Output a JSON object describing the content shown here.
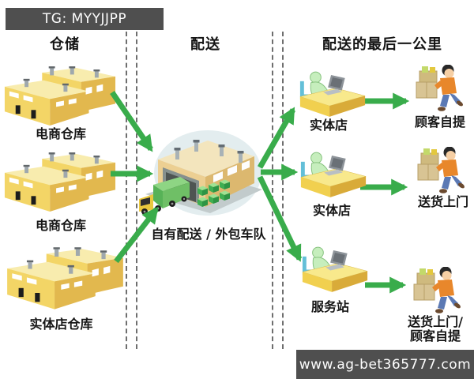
{
  "watermarks": {
    "top": "TG: MYYJJPP",
    "bottom": "www.ag-bet365777.com"
  },
  "columns": [
    {
      "title": "仓储"
    },
    {
      "title": "配送"
    },
    {
      "title": "配送的最后一公里"
    }
  ],
  "warehouses": [
    {
      "label": "电商仓库"
    },
    {
      "label": "电商仓库"
    },
    {
      "label": "实体店仓库"
    }
  ],
  "distribution_center": {
    "label": "自有配送 / 外包车队"
  },
  "stores": [
    {
      "label": "实体店"
    },
    {
      "label": "实体店"
    },
    {
      "label": "服务站"
    }
  ],
  "last_mile": [
    {
      "lines": [
        "顾客自提"
      ]
    },
    {
      "lines": [
        "送货上门"
      ]
    },
    {
      "lines": [
        "送货上门/",
        "顾客自提"
      ]
    }
  ],
  "icons": {
    "warehouse": "isometric-warehouse-building",
    "distribution_center": "distribution-hub-with-truck-and-pallets",
    "store": "clerk-at-service-counter",
    "courier": "person-carrying-parcels",
    "connector": "green-flow-arrow"
  },
  "colors": {
    "arrow_green": "#39ac4b",
    "warehouse_yellow": "#f3d566",
    "hub_tan": "#eccf92",
    "hub_halo": "#e3edef",
    "watermark_bg": "#4f4f4f",
    "text": "#161616"
  }
}
